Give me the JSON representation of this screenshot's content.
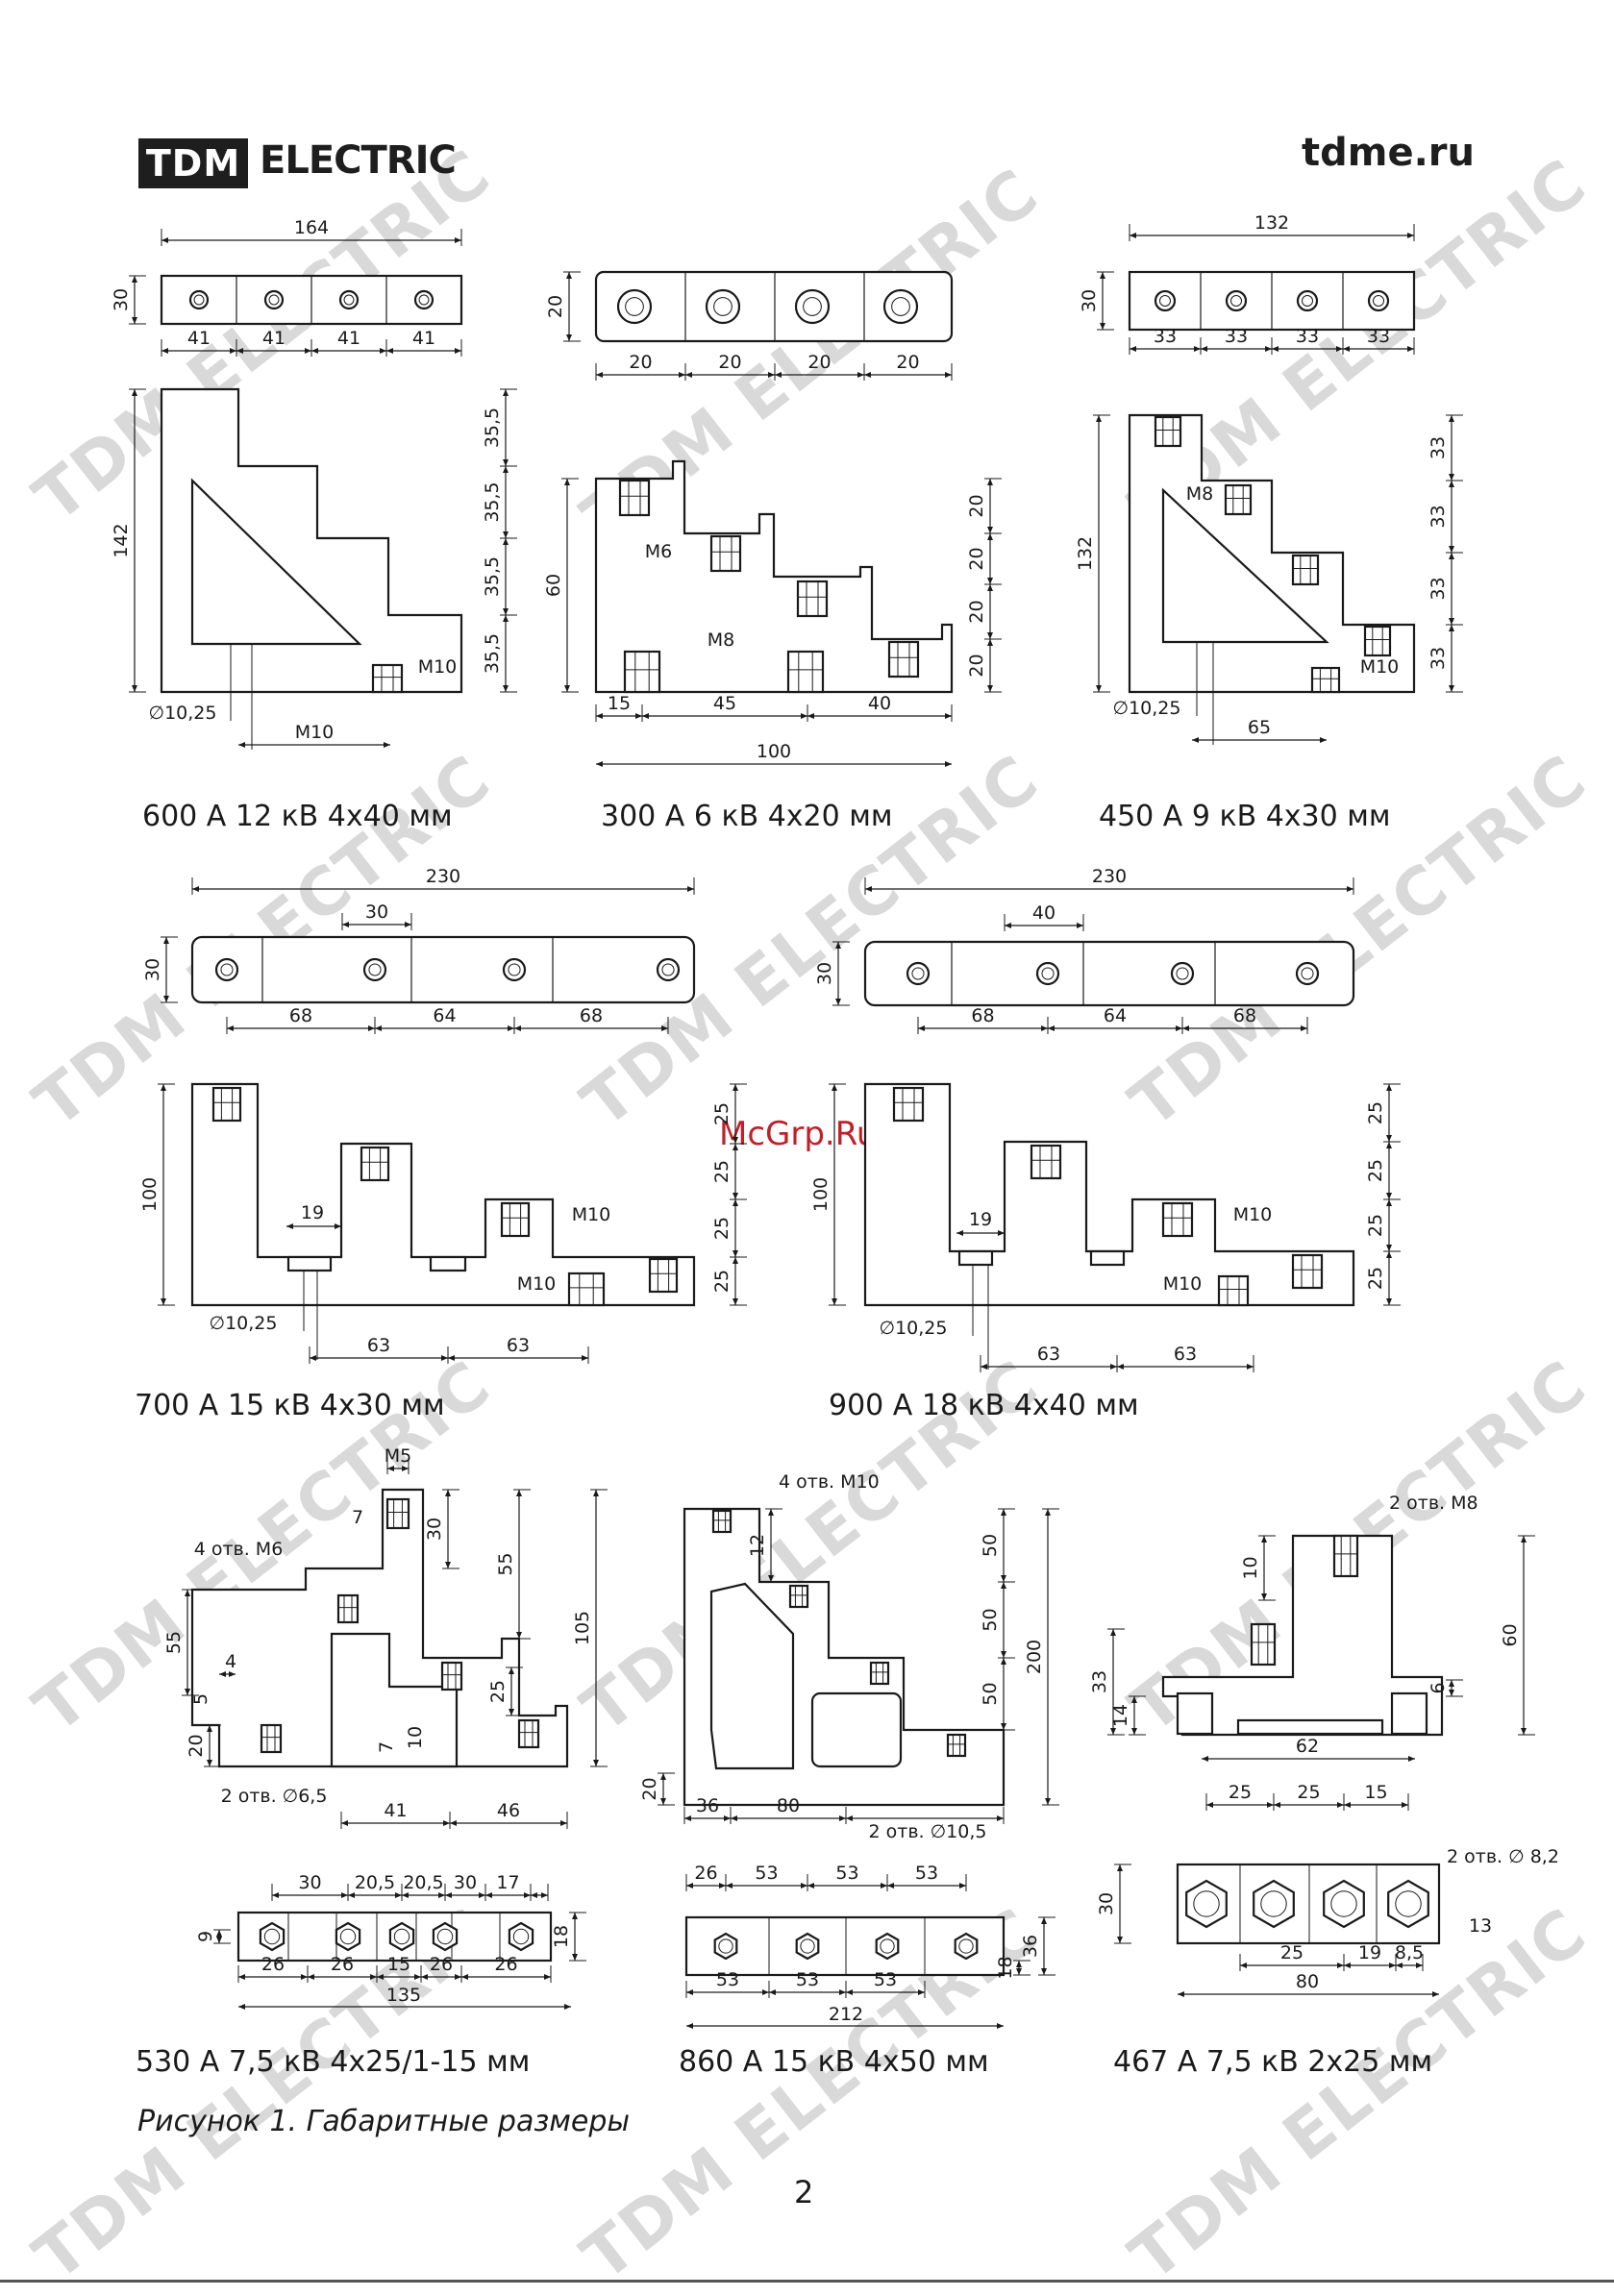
{
  "header": {
    "logo_mark": "TDM",
    "logo_word": "ELECTRIC",
    "site": "tdme.ru"
  },
  "watermark": {
    "text": "TDM ELECTRIC",
    "overlay": "McGrp.Ru"
  },
  "figures": [
    {
      "caption": "600 А 12 кВ 4х40 мм",
      "dims": [
        "164",
        "30",
        "41",
        "41",
        "41",
        "41",
        "142",
        "35,5",
        "35,5",
        "35,5",
        "35,5",
        "M10",
        "∅10,25",
        "M10"
      ]
    },
    {
      "caption": "300 А 6 кВ 4х20 мм",
      "dims": [
        "20",
        "20",
        "20",
        "20",
        "20",
        "60",
        "20",
        "20",
        "20",
        "20",
        "M6",
        "M8",
        "15",
        "45",
        "40",
        "100"
      ]
    },
    {
      "caption": "450 А 9 кВ 4х30 мм",
      "dims": [
        "132",
        "30",
        "33",
        "33",
        "33",
        "33",
        "132",
        "33",
        "33",
        "33",
        "33",
        "M8",
        "M10",
        "∅10,25",
        "65"
      ]
    },
    {
      "caption": "700 А 15 кВ 4х30 мм",
      "dims": [
        "230",
        "30",
        "30",
        "68",
        "64",
        "68",
        "100",
        "25",
        "25",
        "25",
        "25",
        "19",
        "M10",
        "M10",
        "∅10,25",
        "63",
        "63"
      ]
    },
    {
      "caption": "900 А 18 кВ 4х40 мм",
      "dims": [
        "230",
        "40",
        "30",
        "68",
        "64",
        "68",
        "100",
        "25",
        "25",
        "25",
        "25",
        "19",
        "M10",
        "M10",
        "∅10,25",
        "63",
        "63"
      ]
    },
    {
      "caption": "530 А 7,5 кВ 4х25/1-15 мм",
      "dims": [
        "M5",
        "7",
        "30",
        "55",
        "4 отв. M6",
        "55",
        "4",
        "5",
        "20",
        "25",
        "7",
        "10",
        "105",
        "2 отв. ∅6,5",
        "41",
        "46",
        "30",
        "20,5",
        "20,5",
        "30",
        "17",
        "9",
        "18",
        "26",
        "26",
        "15",
        "26",
        "26",
        "135"
      ]
    },
    {
      "caption": "860 А 15 кВ 4х50 мм",
      "dims": [
        "4 отв. M10",
        "12",
        "50",
        "50",
        "50",
        "200",
        "20",
        "36",
        "80",
        "2 отв. ∅10,5",
        "26",
        "53",
        "53",
        "53",
        "36",
        "18",
        "53",
        "53",
        "53",
        "212"
      ]
    },
    {
      "caption": "467 А 7,5 кВ 2х25 мм",
      "dims": [
        "2 отв. M8",
        "10",
        "60",
        "33",
        "14",
        "6",
        "62",
        "25",
        "25",
        "15",
        "2 отв. ∅ 8,2",
        "30",
        "25",
        "19",
        "8,5",
        "13",
        "80"
      ]
    }
  ],
  "figure_caption": "Рисунок 1. Габаритные размеры",
  "page_number": "2"
}
